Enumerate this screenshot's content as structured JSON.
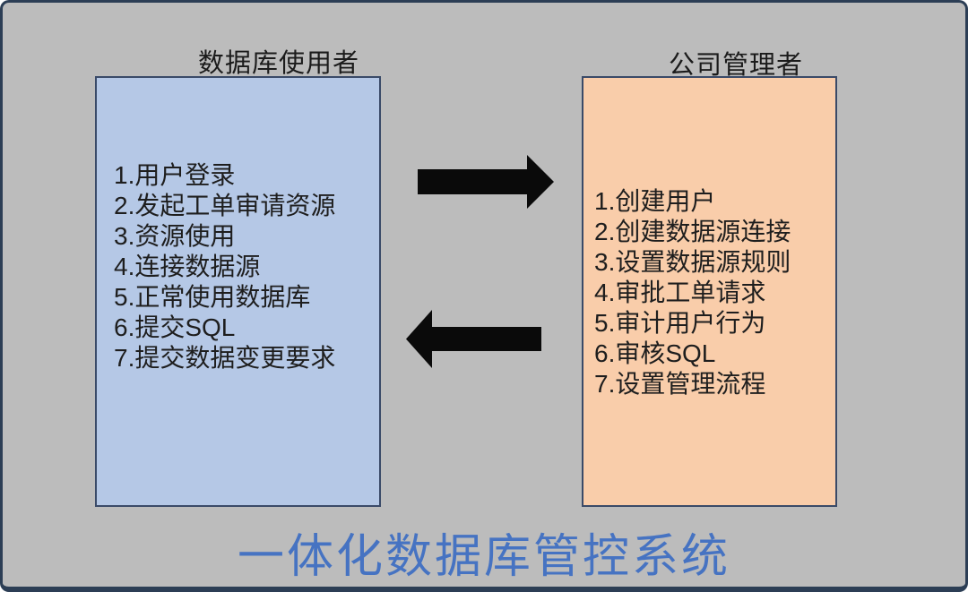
{
  "canvas": {
    "background_color": "#bcbcbc",
    "frame_border_color": "#2c3e55"
  },
  "left_panel": {
    "header": "数据库使用者",
    "fill_color": "#b5c8e6",
    "border_color": "#3a4a68",
    "items": [
      "1.用户登录",
      "2.发起工单审请资源",
      "3.资源使用",
      "4.连接数据源",
      "5.正常使用数据库",
      "6.提交SQL",
      "7.提交数据变更要求"
    ]
  },
  "right_panel": {
    "header": "公司管理者",
    "fill_color": "#f9cdaa",
    "border_color": "#3a4a68",
    "items": [
      "1.创建用户",
      "2.创建数据源连接",
      "3.设置数据源规则",
      "4.审批工单请求",
      "5.审计用户行为",
      "6.审核SQL",
      "7.设置管理流程"
    ]
  },
  "arrows": {
    "color": "#0a0a0a",
    "top_direction": "right",
    "bottom_direction": "left"
  },
  "footer": {
    "title": "一体化数据库管控系统",
    "color": "#4673c2"
  }
}
